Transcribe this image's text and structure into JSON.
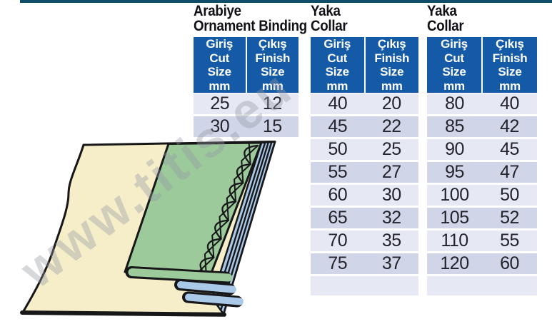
{
  "watermark": {
    "text": "www.titis.eu"
  },
  "accent": {
    "top_bar_color": "#0f4d68",
    "header_blue": "#155aa6",
    "row_light": "#e6e9f3",
    "row_dark": "#d0d6e8"
  },
  "illustration": {
    "name": "ornament-binding-fabric-diagram",
    "fabric_color": "#f6eec9",
    "ornament_strip_color": "#9cca9b",
    "binding_tape_color": "#aac9e8",
    "outline_color": "#17171a"
  },
  "tables": [
    {
      "title": "Arabiye\nOrnament Binding",
      "col_cut": "Giriş\nCut\nSize\nmm",
      "col_finish": "Çıkış\nFinish\nSize\nmm",
      "rows": [
        [
          "25",
          "12"
        ],
        [
          "30",
          "15"
        ]
      ],
      "empty_trailing_row": false
    },
    {
      "title": "Yaka\nCollar",
      "col_cut": "Giriş\nCut\nSize\nmm",
      "col_finish": "Çıkış\nFinish\nSize\nmm",
      "rows": [
        [
          "40",
          "20"
        ],
        [
          "45",
          "22"
        ],
        [
          "50",
          "25"
        ],
        [
          "55",
          "27"
        ],
        [
          "60",
          "30"
        ],
        [
          "65",
          "32"
        ],
        [
          "70",
          "35"
        ],
        [
          "75",
          "37"
        ]
      ],
      "empty_trailing_row": true
    },
    {
      "title": "Yaka\nCollar",
      "col_cut": "Giriş\nCut\nSize\nmm",
      "col_finish": "Çıkış\nFinish\nSize\nmm",
      "rows": [
        [
          "80",
          "40"
        ],
        [
          "85",
          "42"
        ],
        [
          "90",
          "45"
        ],
        [
          "95",
          "47"
        ],
        [
          "100",
          "50"
        ],
        [
          "105",
          "52"
        ],
        [
          "110",
          "55"
        ],
        [
          "120",
          "60"
        ]
      ],
      "empty_trailing_row": true
    }
  ]
}
